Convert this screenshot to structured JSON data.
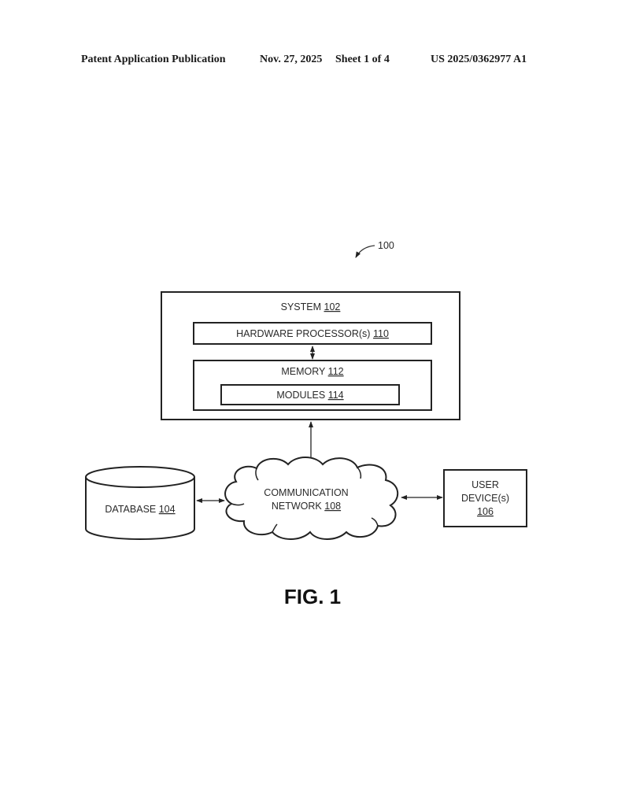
{
  "header": {
    "publication_type": "Patent Application Publication",
    "date": "Nov. 27, 2025",
    "sheet": "Sheet 1 of 4",
    "patent_number": "US 2025/0362977 A1"
  },
  "figure": {
    "reference": "100",
    "caption": "FIG. 1",
    "system": {
      "label": "SYSTEM",
      "ref": "102"
    },
    "processor": {
      "label": "HARDWARE PROCESSOR(s)",
      "ref": "110"
    },
    "memory": {
      "label": "MEMORY",
      "ref": "112"
    },
    "modules": {
      "label": "MODULES",
      "ref": "114"
    },
    "database": {
      "label": "DATABASE",
      "ref": "104"
    },
    "network": {
      "label_line1": "COMMUNICATION",
      "label_line2": "NETWORK",
      "ref": "108"
    },
    "user_device": {
      "label_line1": "USER",
      "label_line2": "DEVICE(s)",
      "ref": "106"
    }
  }
}
